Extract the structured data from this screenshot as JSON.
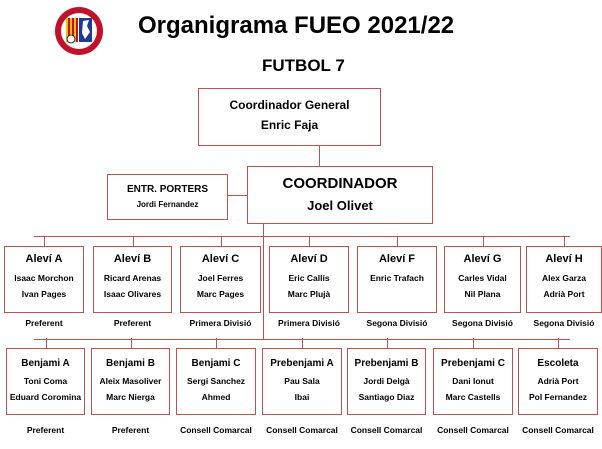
{
  "header": {
    "title": "Organigrama FUEO 2021/22",
    "subtitle": "FUTBOL 7",
    "logo_colors": [
      "#c0102a",
      "#1f3a93",
      "#f2c200"
    ]
  },
  "colors": {
    "border": "#c0504d",
    "text": "#000000"
  },
  "general": {
    "title": "Coordinador General",
    "name": "Enric Faja"
  },
  "coordinator": {
    "title": "COORDINADOR",
    "name": "Joel Olivet"
  },
  "porters": {
    "title": "ENTR. PORTERS",
    "name": "Jordi Fernandez"
  },
  "alevi": [
    {
      "title": "Aleví A",
      "names": [
        "Isaac Morchon",
        "Ivan Pages"
      ],
      "category": "Preferent"
    },
    {
      "title": "Aleví B",
      "names": [
        "Ricard Arenas",
        "Isaac Olivares"
      ],
      "category": "Preferent"
    },
    {
      "title": "Aleví C",
      "names": [
        "Joel Ferres",
        "Marc Pages"
      ],
      "category": "Primera Divisió"
    },
    {
      "title": "Aleví D",
      "names": [
        "Eric Callís",
        "Marc Plujà"
      ],
      "category": "Primera Divisió"
    },
    {
      "title": "Aleví F",
      "names": [
        "Enric Trafach"
      ],
      "category": "Segona Divisió"
    },
    {
      "title": "Aleví G",
      "names": [
        "Carles Vidal",
        "Nil Plana"
      ],
      "category": "Segona Divisió"
    },
    {
      "title": "Aleví H",
      "names": [
        "Alex Garza",
        "Adrià Port"
      ],
      "category": "Segona Divisió"
    }
  ],
  "benjami": [
    {
      "title": "Benjami A",
      "names": [
        "Toni Coma",
        "Eduard Coromina"
      ],
      "category": "Preferent"
    },
    {
      "title": "Benjami B",
      "names": [
        "Aleix Masoliver",
        "Marc Nierga"
      ],
      "category": "Preferent"
    },
    {
      "title": "Benjami C",
      "names": [
        "Sergi Sanchez",
        "Ahmed"
      ],
      "category": "Consell Comarcal"
    },
    {
      "title": "Prebenjami A",
      "names": [
        "Pau Sala",
        "Ibai"
      ],
      "category": "Consell Comarcal"
    },
    {
      "title": "Prebenjami B",
      "names": [
        "Jordi Delgà",
        "Santiago Diaz"
      ],
      "category": "Consell Comarcal"
    },
    {
      "title": "Prebenjami C",
      "names": [
        "Dani Ionut",
        "Marc Castells"
      ],
      "category": "Consell Comarcal"
    },
    {
      "title": "Escoleta",
      "names": [
        "Adrià Port",
        "Pol Fernandez"
      ],
      "category": "Consell Comarcal"
    }
  ]
}
